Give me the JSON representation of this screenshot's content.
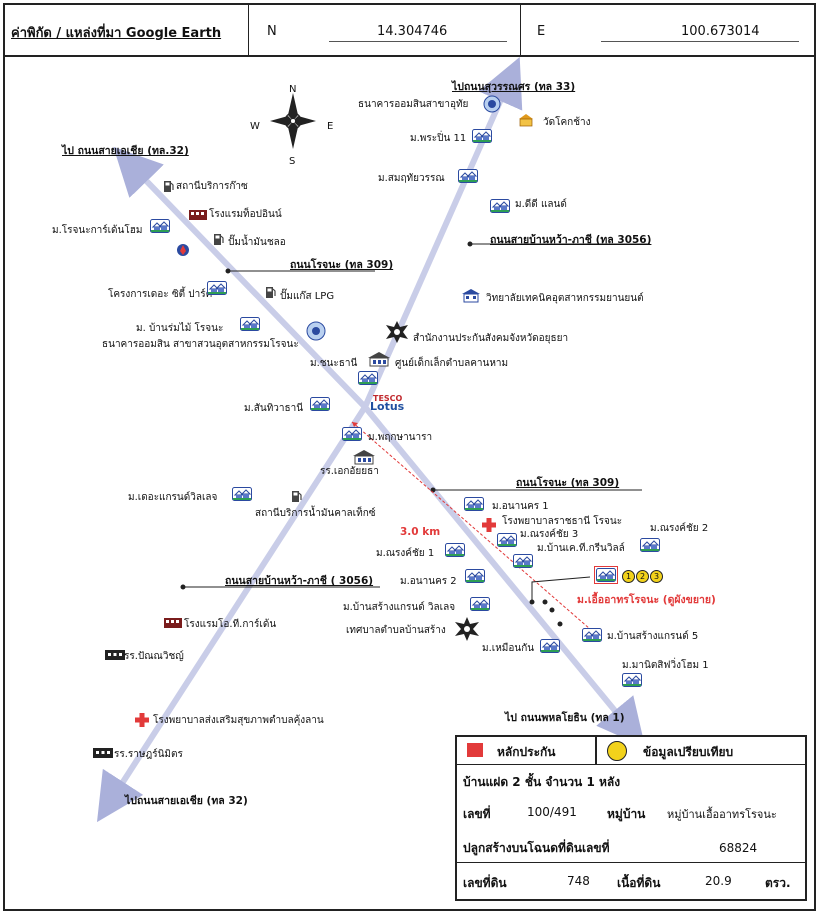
{
  "header": {
    "coord_title": "ค่าพิกัด / แหล่งที่มา Google Earth",
    "n_label": "N",
    "n_value": "14.304746",
    "e_label": "E",
    "e_value": "100.673014"
  },
  "compass": {
    "n": "N",
    "s": "S",
    "e": "E",
    "w": "W"
  },
  "roads": {
    "to_suphan": "ไปถนนสุวรรณศร (ทล 33)",
    "to_asia_top": "ไป ถนนสายเอเชีย (ทล.32)",
    "rojana_top": "ถนนโรจนะ (ทล 309)",
    "banwa_top": "ถนนสายบ้านหว้า-ภาชี (ทล 3056)",
    "rojana_mid": "ถนนโรจนะ (ทล 309)",
    "banwa_low": "ถนนสายบ้านหว้า-ภาชี ( 3056)",
    "to_phahon": "ไป ถนนพหลโยธิน (ทล 1)",
    "to_asia_bottom": "ไปถนนสายเอเชีย (ทล 32)",
    "distance": "3.0 km"
  },
  "places": {
    "gsb_uthai": "ธนาคารออมสินสาขาอุทัย",
    "wat_khok_chang": "วัดโคกช้าง",
    "m_phraprin": "ม.พระปิ่น 11",
    "m_samut": "ม.สมฤทัยวรรณ",
    "m_dd_land": "ม.ดีดี แลนด์",
    "gas_station": "สถานีบริการก๊าซ",
    "hotel_top": "โรงแรมท็อปอินน์",
    "m_rojana_garden": "ม.โรจนะการ์เด้นโฮม",
    "fuel_pump": "ปั๊มน้ำมันชลอ",
    "the_city": "โครงการเดอะ ซิตี้ ปาร์ค",
    "lpg": "ปั๊มแก๊ส LPG",
    "vocational": "วิทยาลัยเทคนิคอุตสาหกรรมยานยนต์",
    "m_banrom": "ม. บ้านร่มไม้  โรจนะ",
    "gsb_rojana": "ธนาคารออมสิน สาขาสวนอุตสาหกรรมโรจนะ",
    "social_security": "สำนักงานประกันสังคมจังหวัดอยุธยา",
    "m_chana": "ม.ชนะธานี",
    "child_center": "ศูนย์เด็กเล็กตำบลคานหาม",
    "m_santhi": "ม.สันทิวาธานี",
    "tesco1": "TESCO",
    "tesco2": "Lotus",
    "m_phruksa": "ม.พฤกษานารา",
    "school_ekkachai": "รร.เอกอัยยธา",
    "m_the_grand": "ม.เดอะแกรนด์วิลเลจ",
    "fuel_station": "สถานีบริการน้ำมันคาลเท็กซ์",
    "m_anan1": "ม.อนานคร 1",
    "hospital_rachathani": "โรงพยาบาลราชธานี โรจนะ",
    "m_narong3": "ม.ณรงค์ชัย 3",
    "m_ban_kt": "ม.บ้านเค.ที.กรีนวิลล์",
    "m_narong2": "ม.ณรงค์ชัย 2",
    "m_narong1": "ม.ณรงค์ชัย 1",
    "m_anan2": "ม.อนานคร 2",
    "subject_name": "ม.เอื้ออาทรโรจนะ (ดูผังขยาย)",
    "m_bansang_wl": "ม.บ้านสร้างแกรนด์ วิลเลจ",
    "hotel_ot": "โรงแรมโอ.ที.การ์เด้น",
    "municipality": "เทศบาลตำบลบ้านสร้าง",
    "m_muean": "ม.เหมือนกัน",
    "m_bansang5": "ม.บ้านสร้างแกรนด์ 5",
    "m_manit": "ม.มานิตสิฟวิ่งโฮม 1",
    "school_pannawit": "รร.ปัณณวิชญ์",
    "hospital_health": "โรงพยาบาลส่งเสริมสุขภาพตำบลคุ้งลาน",
    "school_rat": "รร.ราษฎร์นิมิตร"
  },
  "comparables": [
    "1",
    "2",
    "3"
  ],
  "legend": {
    "collateral": "หลักประกัน",
    "comparison": "ข้อมูลเปรียบเทียบ",
    "house_desc": "บ้านแฝด 2 ชั้น จำนวน 1 หลัง",
    "no_label": "เลขที่",
    "no_value": "100/491",
    "village_label": "หมู่บ้าน",
    "village_value": "หมู่บ้านเอื้ออาทรโรจนะ",
    "deed_label": "ปลูกสร้างบนโฉนดที่ดินเลขที่",
    "deed_value": "68824",
    "land_no_label": "เลขที่ดิน",
    "land_no_value": "748",
    "area_label": "เนื้อที่ดิน",
    "area_value": "20.9",
    "area_unit": "ตรว."
  },
  "colors": {
    "road": "#c9cde8",
    "accent_red": "#e23a3a",
    "comparable_yellow": "#f2d21b",
    "house_blue": "#2b4aa0"
  }
}
